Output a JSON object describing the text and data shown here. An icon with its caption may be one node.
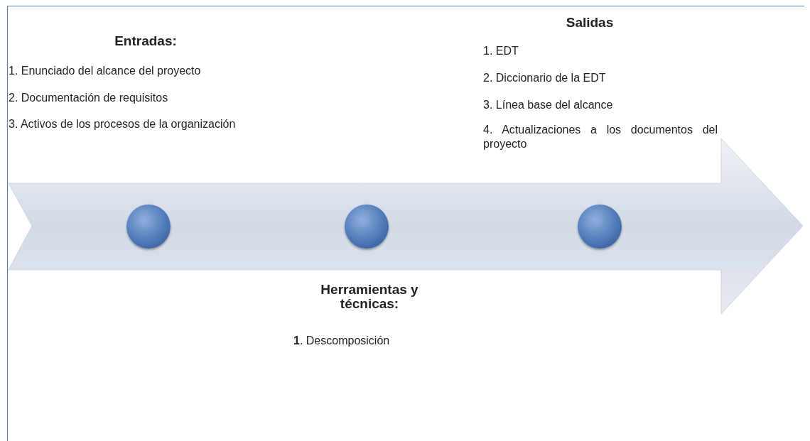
{
  "diagram": {
    "nodes": [
      {
        "text": [],
        "shape": "arrow"
      },
      {
        "text": [],
        "shape": "circle",
        "in": 0
      },
      {
        "text": [],
        "shape": "circle",
        "in": 0
      },
      {
        "text": [],
        "shape": "circle",
        "in": 0
      }
    ],
    "edges": [],
    "labels": [
      "Entradas:",
      "1. Enunciado del alcance del proyecto",
      "2. Documentación de requisitos",
      "3. Activos de los procesos de la organización",
      "Salidas",
      "1. EDT",
      "2. Diccionario de la EDT",
      "3. Línea base del alcance",
      "4. Actualizaciones a los documentos del proyecto",
      "Herramientas y técnicas:",
      "**1**. Descomposición"
    ]
  }
}
